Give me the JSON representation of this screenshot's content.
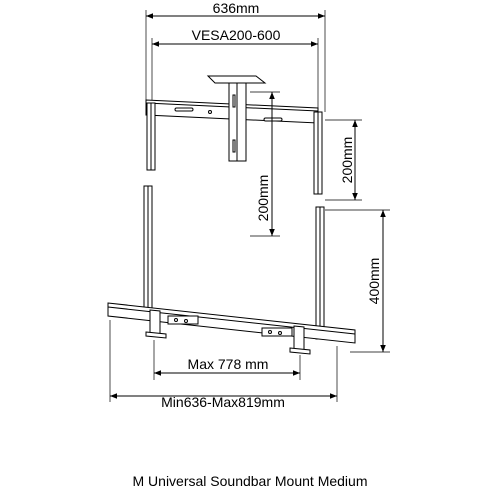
{
  "dimensions": {
    "overall_top": "636mm",
    "vesa": "VESA200-600",
    "vertical_center": "200mm",
    "vertical_right_top": "200mm",
    "vertical_right_bottom": "400mm",
    "max_width": "Max 778 mm",
    "range": "Min636-Max819mm"
  },
  "caption": "M Universal Soundbar Mount Medium"
}
